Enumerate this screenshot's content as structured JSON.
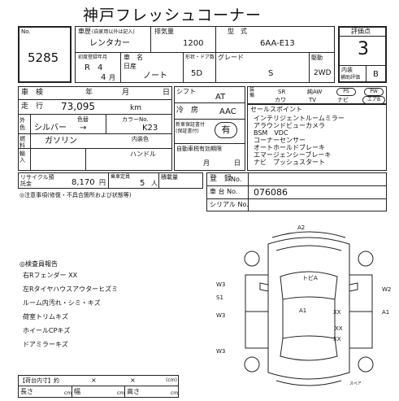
{
  "header": {
    "title": "神戸フレッシュコーナー"
  },
  "lot": {
    "no_label": "No.",
    "number": "5285"
  },
  "vehicle": {
    "name_label": "車歴",
    "name_label_note": "(自家用以外は記入)",
    "name_value": "レンタカー",
    "displacement_label": "排気量",
    "displacement": "1200",
    "model_label": "型　式",
    "model": "6AA-E13",
    "first_reg_label": "初度登録年月",
    "year_era": "R",
    "year_num": "4",
    "month_num": "4",
    "month_unit": "月",
    "maker_label": "車　名",
    "maker": "日産",
    "car_name": "ノート",
    "doors_label": "形状・ドア数",
    "doors": "5D",
    "grade_label": "グレード",
    "grade": "S",
    "drive_label": "駆動",
    "drive": "2WD"
  },
  "score": {
    "label": "評価点",
    "value": "3",
    "interior_label": "内装",
    "interior_sub": "補助評価",
    "interior_value": "B"
  },
  "inspection": {
    "label": "車　検",
    "year": "年",
    "month": "月",
    "day": "日"
  },
  "mileage": {
    "label": "走　行",
    "value": "73,095",
    "unit": "km"
  },
  "shift": {
    "label": "シフト",
    "value": "AT"
  },
  "ac": {
    "label": "冷　房",
    "value": "AAC"
  },
  "colors": {
    "exterior_label": "外色",
    "exterior_value": "シルバー",
    "arrow": "→",
    "color_num_label": "色替",
    "color_code_label": "カラーNo.",
    "color_code": "K23",
    "interior_color_label": "内装色"
  },
  "fuel": {
    "label": "燃料",
    "value": "ガソリン"
  },
  "record_book": {
    "label": "新車保証書付(保証書付)",
    "value": "有"
  },
  "import": {
    "label": "輸入",
    "sub": "ハンドル",
    "item": "ハンドル"
  },
  "equipment": {
    "label": "装備",
    "items": [
      "SR",
      "純AW",
      "PS",
      "PW",
      "カワ",
      "TV",
      "ナビ",
      "エアB"
    ]
  },
  "sellpoint": {
    "label": "セールスポイント",
    "items": [
      "インテリジェントルームミラー",
      "アラウンドビューカメラ",
      "BSM　VDC",
      "コーナーセンサー",
      "オートホールドブレーキ",
      "エマージェンシーブレーキ",
      "ナビ　プッシュスタート"
    ]
  },
  "tax": {
    "label": "自動車税有効期限",
    "month": "月",
    "day": "日"
  },
  "recycle": {
    "label": "リサイクル預託金",
    "value": "8,170",
    "unit": "円"
  },
  "capacity": {
    "label": "乗車定員",
    "value": "5",
    "unit": "人"
  },
  "load": {
    "label": "積載量"
  },
  "registration": {
    "label": "登　録",
    "value": "No."
  },
  "chassis": {
    "label": "車 台 No.",
    "value": "076086"
  },
  "serial": {
    "label": "シリアル No."
  },
  "notes": {
    "label": "◎注意事項(修復・不具合箇所および状態等)"
  },
  "report": {
    "label": "◎検査員報告",
    "items": [
      "右Rフェンダー XX",
      "左Rタイヤハウスアウターヒズミ",
      "ルーム内汚れ・シミ・キズ",
      "荷室トリムキズ",
      "ホイールCPキズ",
      "ドアミラーキズ"
    ]
  },
  "diagram": {
    "labels": [
      "A2",
      "トビA",
      "W3",
      "S1",
      "W3",
      "W3",
      "A1",
      "XX",
      "XX",
      "A1",
      "W2",
      "XX",
      "スペア"
    ]
  },
  "cargo": {
    "label": "【荷台内寸】約",
    "x1": "×",
    "x2": "×",
    "unit": "(cm)",
    "length": "長さ",
    "width": "幅",
    "height": "高さ",
    "cm": "cm"
  }
}
